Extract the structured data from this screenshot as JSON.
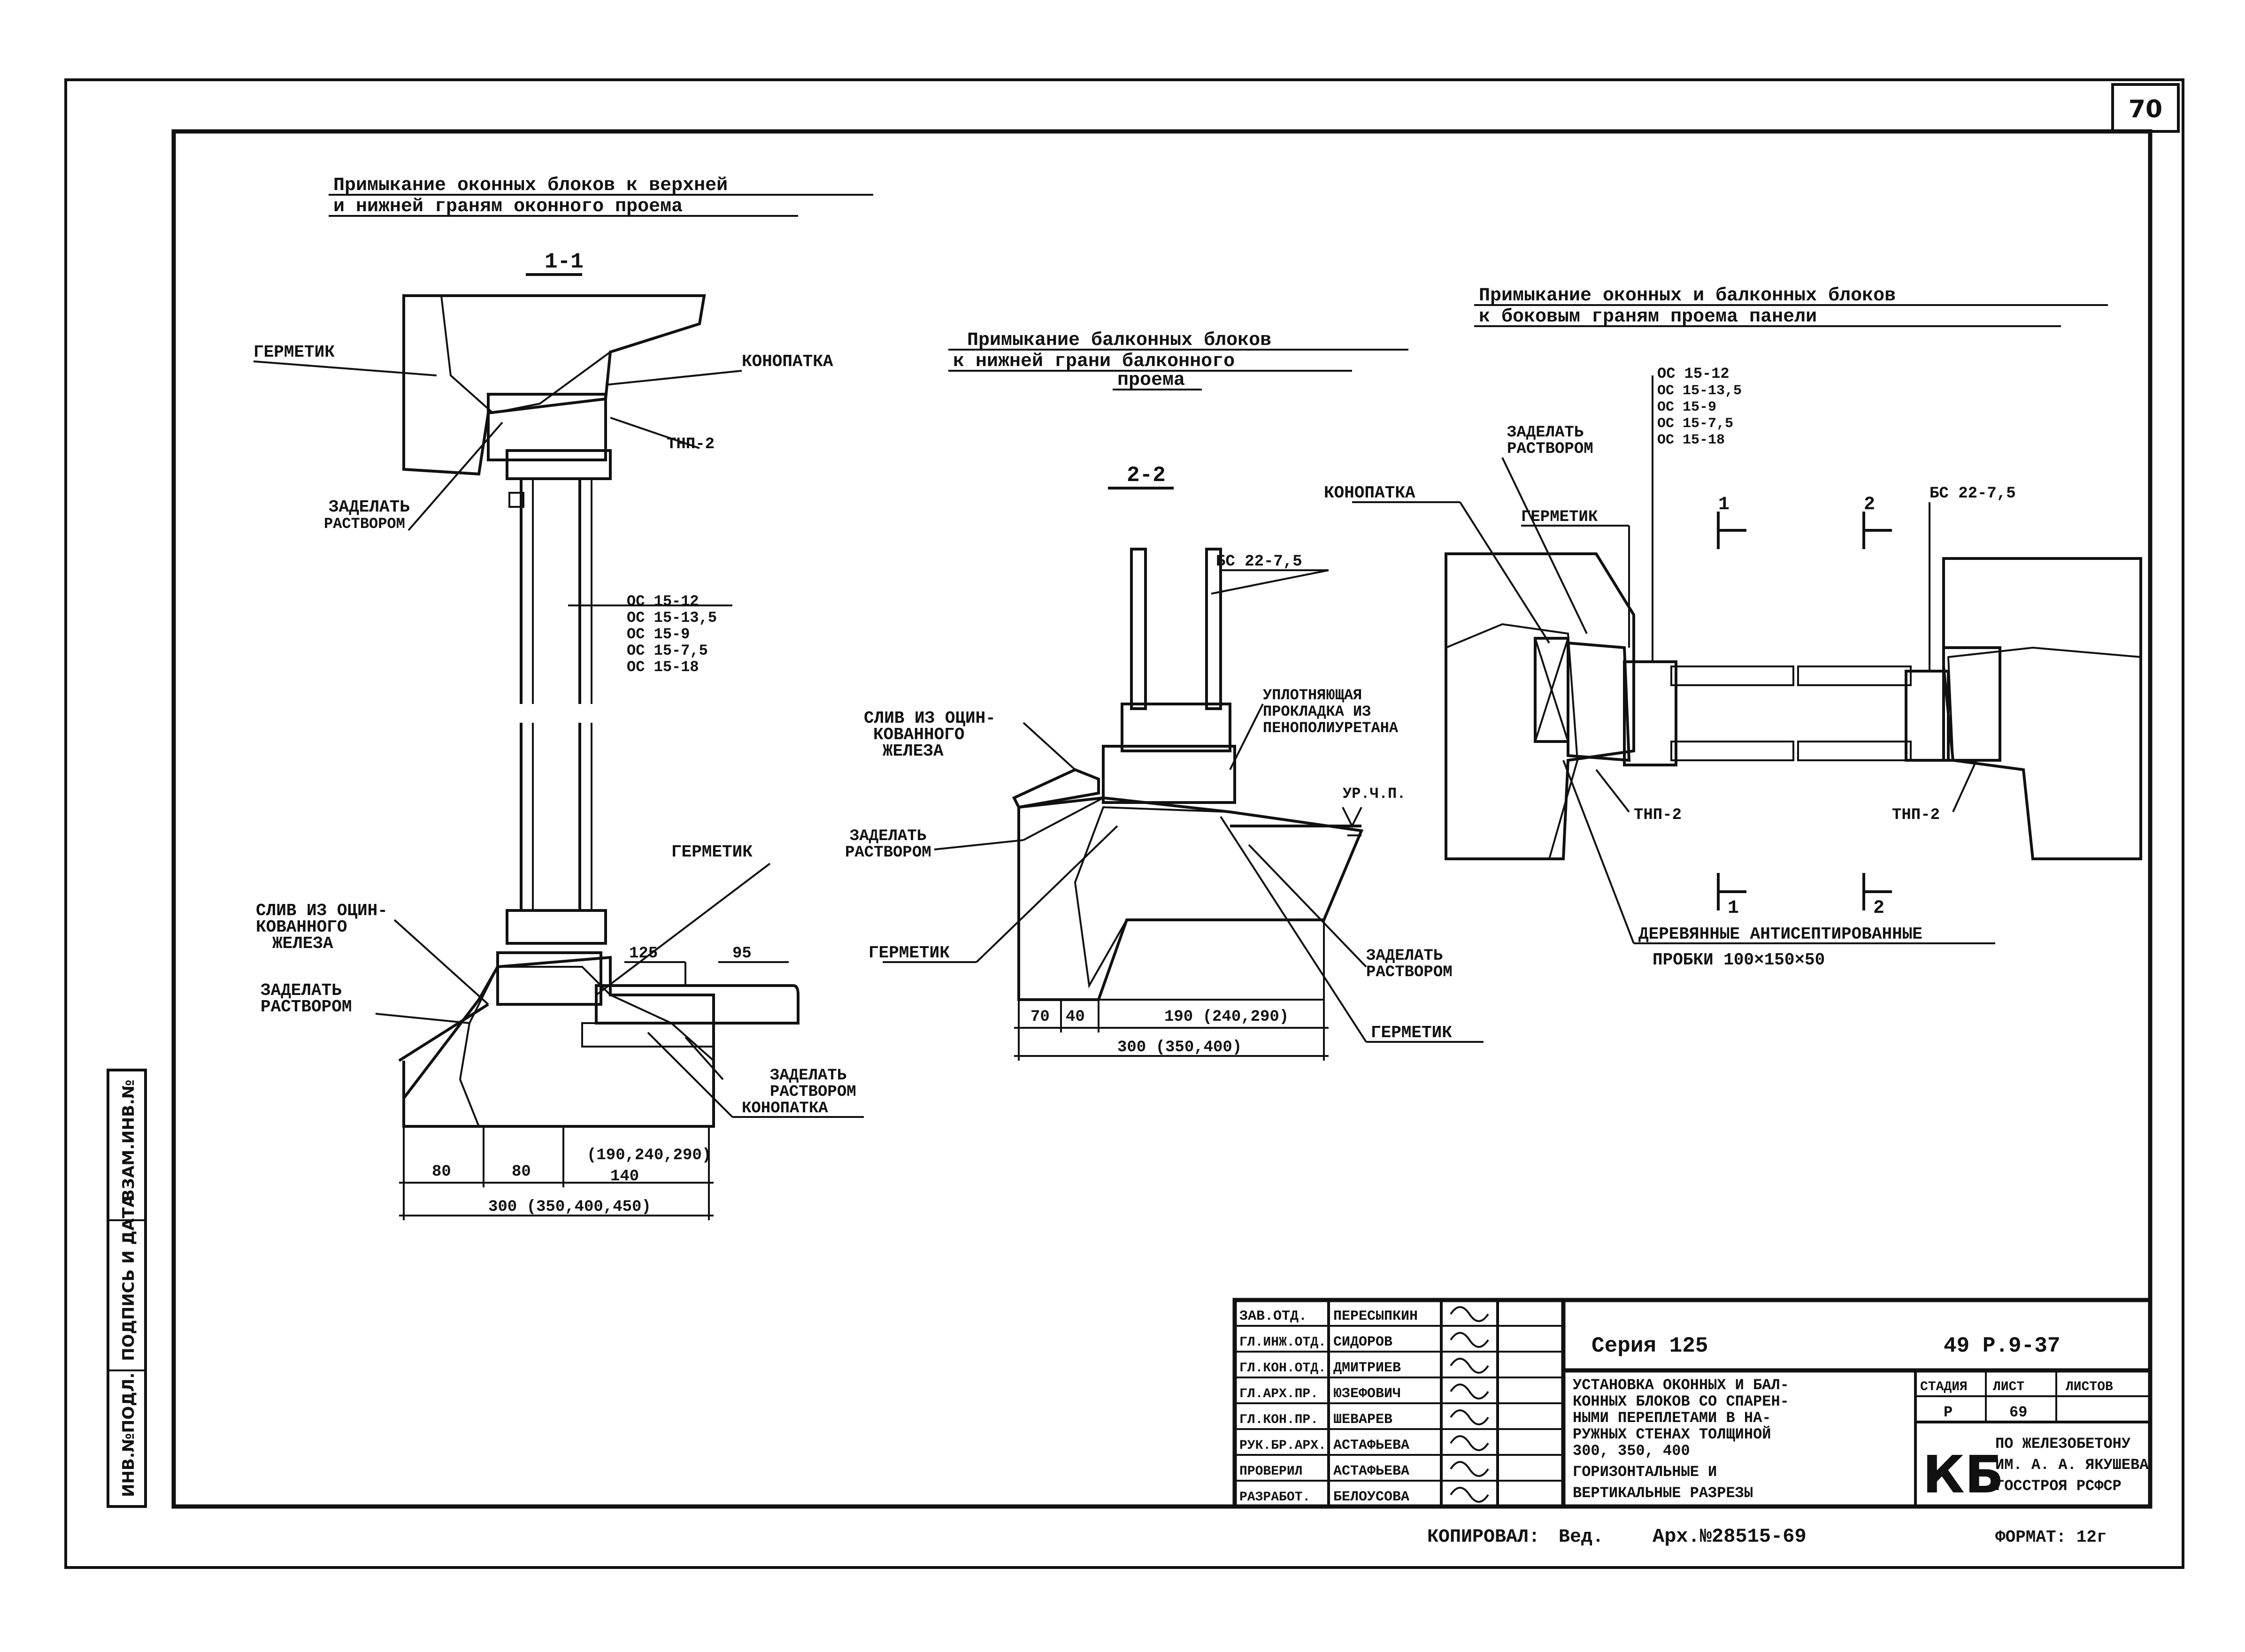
{
  "sheet": {
    "sheet_number": "70",
    "side_stamp": [
      "ИНВ.№ПОДЛ.",
      "ПОДПИСЬ И ДАТА",
      "ВЗАМ.ИНВ.№"
    ],
    "copied_by": "КОПИРОВАЛ:",
    "copied_sign": "Вед.",
    "archive_no": "Арх.№28515-69",
    "format": "ФОРМАТ: 12г"
  },
  "section_1": {
    "title_line1": "Примыкание оконных блоков к верхней",
    "title_line2": "и нижней граням оконного проема",
    "cut_label": "1-1",
    "labels": {
      "germetik_top": "ГЕРМЕТИК",
      "konopatka_top": "КОНОПАТКА",
      "tnp2": "ТНП-2",
      "zadelat_top_1": "ЗАДЕЛАТЬ",
      "zadelat_top_2": "РАСТВОРОМ",
      "germetik_bottom": "ГЕРМЕТИК",
      "sliv_1": "СЛИВ ИЗ ОЦИН-",
      "sliv_2": "КОВАННОГО",
      "sliv_3": "ЖЕЛЕЗА",
      "zadelat_left_1": "ЗАДЕЛАТЬ",
      "zadelat_left_2": "РАСТВОРОМ",
      "zadelat_right_1": "ЗАДЕЛАТЬ",
      "zadelat_right_2": "РАСТВОРОМ",
      "konopatka_bottom": "КОНОПАТКА"
    },
    "marks": [
      "ОС 15-12",
      "ОС 15-13,5",
      "ОС 15-9",
      "ОС 15-7,5",
      "ОС 15-18"
    ],
    "dims": {
      "d125": "125",
      "d95": "95",
      "d80a": "80",
      "d80b": "80",
      "d140": "140",
      "d_alt": "(190,240,290)",
      "d_total": "300 (350,400,450)"
    }
  },
  "section_2": {
    "title_line1": "Примыкание балконных блоков",
    "title_line2": "к нижней грани балконного",
    "title_line3": "проема",
    "cut_label": "2-2",
    "labels": {
      "bs": "БС 22-7,5",
      "sliv_1": "СЛИВ ИЗ ОЦИН-",
      "sliv_2": "КОВАННОГО",
      "sliv_3": "ЖЕЛЕЗА",
      "uplot_1": "УПЛОТНЯЮЩАЯ",
      "uplot_2": "ПРОКЛАДКА ИЗ",
      "uplot_3": "ПЕНОПОЛИУРЕТАНА",
      "urchp": "УР.Ч.П.",
      "zadelat_left_1": "ЗАДЕЛАТЬ",
      "zadelat_left_2": "РАСТВОРОМ",
      "germetik_left": "ГЕРМЕТИК",
      "zadelat_right_1": "ЗАДЕЛАТЬ",
      "zadelat_right_2": "РАСТВОРОМ",
      "germetik_right": "ГЕРМЕТИК"
    },
    "dims": {
      "d70": "70",
      "d40": "40",
      "d190": "190 (240,290)",
      "d_total": "300 (350,400)"
    }
  },
  "section_3": {
    "title_line1": "Примыкание оконных и балконных блоков",
    "title_line2": "к боковым граням проема панели",
    "labels": {
      "zadelat_1": "ЗАДЕЛАТЬ",
      "zadelat_2": "РАСТВОРОМ",
      "konopatka": "КОНОПАТКА",
      "germetik": "ГЕРМЕТИК",
      "bs": "БС 22-7,5",
      "tnp2_left": "ТНП-2",
      "tnp2_right": "ТНП-2",
      "cut1": "1",
      "cut2": "2",
      "cut1b": "1",
      "cut2b": "2",
      "probki_1": "ДЕРЕВЯННЫЕ АНТИСЕПТИРОВАННЫЕ",
      "probki_2": "ПРОБКИ 100×150×50"
    },
    "marks": [
      "ОС 15-12",
      "ОС 15-13,5",
      "ОС 15-9",
      "ОС 15-7,5",
      "ОС 15-18"
    ]
  },
  "title_block": {
    "people": [
      {
        "role": "ЗАВ.ОТД.",
        "name": "ПЕРЕСЫПКИН"
      },
      {
        "role": "ГЛ.ИНЖ.ОТД.",
        "name": "СИДОРОВ"
      },
      {
        "role": "ГЛ.КОН.ОТД.",
        "name": "ДМИТРИЕВ"
      },
      {
        "role": "ГЛ.АРХ.ПР.",
        "name": "ЮЗЕФОВИЧ"
      },
      {
        "role": "ГЛ.КОН.ПР.",
        "name": "ШЕВАРЕВ"
      },
      {
        "role": "РУК.БР.АРХ.",
        "name": "АСТАФЬЕВА"
      },
      {
        "role": "ПРОВЕРИЛ",
        "name": "АСТАФЬЕВА"
      },
      {
        "role": "РАЗРАБОТ.",
        "name": "БЕЛОУСОВА"
      }
    ],
    "series": "Серия 125",
    "doc_code": "49 Р.9-37",
    "description": [
      "УСТАНОВКА ОКОННЫХ И БАЛ-",
      "КОННЫХ БЛОКОВ СО СПАРЕН-",
      "НЫМИ ПЕРЕПЛЕТАМИ В НА-",
      "РУЖНЫХ СТЕНАХ ТОЛЩИНОЙ",
      "300, 350, 400",
      "ГОРИЗОНТАЛЬНЫЕ И",
      "ВЕРТИКАЛЬНЫЕ РАЗРЕЗЫ"
    ],
    "stage_head": "СТАДИЯ",
    "sheet_head": "ЛИСТ",
    "sheets_head": "ЛИСТОВ",
    "stage": "Р",
    "sheet": "69",
    "sheets": "",
    "org_logo": "КБ",
    "org": [
      "ПО ЖЕЛЕЗОБЕТОНУ",
      "ИМ. А. А. ЯКУШЕВА",
      "ГОССТРОЯ РСФСР"
    ]
  }
}
